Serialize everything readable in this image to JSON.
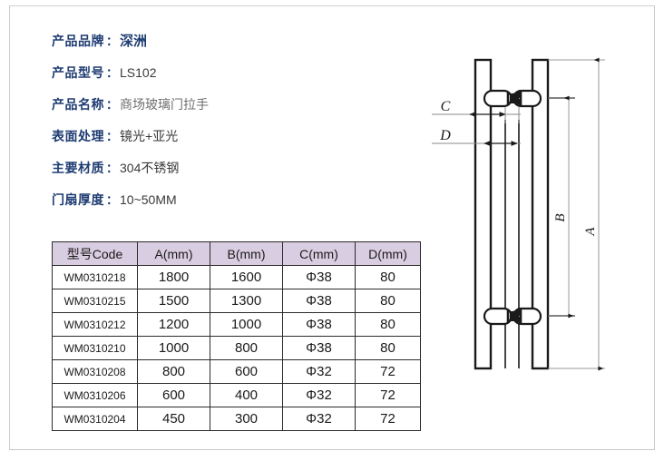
{
  "specs": [
    {
      "label": "产品品牌",
      "colon": "：",
      "value": "深洲",
      "style": "brand"
    },
    {
      "label": "产品型号",
      "colon": "：",
      "value": "LS102",
      "style": "normal"
    },
    {
      "label": "产品名称",
      "colon": "：",
      "value": "商场玻璃门拉手",
      "style": "light"
    },
    {
      "label": "表面处理",
      "colon": "：",
      "value": "镜光+亚光",
      "style": "normal"
    },
    {
      "label": "主要材质",
      "colon": "：",
      "value": "304不锈钢",
      "style": "normal"
    },
    {
      "label": "门扇厚度",
      "colon": "：",
      "value": "10~50MM",
      "style": "normal"
    }
  ],
  "table": {
    "headers": [
      "型号Code",
      "A(mm)",
      "B(mm)",
      "C(mm)",
      "D(mm)"
    ],
    "rows": [
      {
        "code": "WM0310218",
        "a": "1800",
        "b": "1600",
        "c": "Φ38",
        "d": "80"
      },
      {
        "code": "WM0310215",
        "a": "1500",
        "b": "1300",
        "c": "Φ38",
        "d": "80"
      },
      {
        "code": "WM0310212",
        "a": "1200",
        "b": "1000",
        "c": "Φ38",
        "d": "80"
      },
      {
        "code": "WM0310210",
        "a": "1000",
        "b": "800",
        "c": "Φ38",
        "d": "80"
      },
      {
        "code": "WM0310208",
        "a": "800",
        "b": "600",
        "c": "Φ32",
        "d": "72"
      },
      {
        "code": "WM0310206",
        "a": "600",
        "b": "400",
        "c": "Φ32",
        "d": "72"
      },
      {
        "code": "WM0310204",
        "a": "450",
        "b": "300",
        "c": "Φ32",
        "d": "72"
      }
    ]
  },
  "drawing": {
    "labels": {
      "a": "A",
      "b": "B",
      "c": "C",
      "d": "D"
    }
  },
  "colors": {
    "label_blue": "#1e3c72",
    "table_header_bg": "#d9cde1",
    "line_black": "#1a1a1a",
    "frame_gray": "#c9c9c9"
  }
}
